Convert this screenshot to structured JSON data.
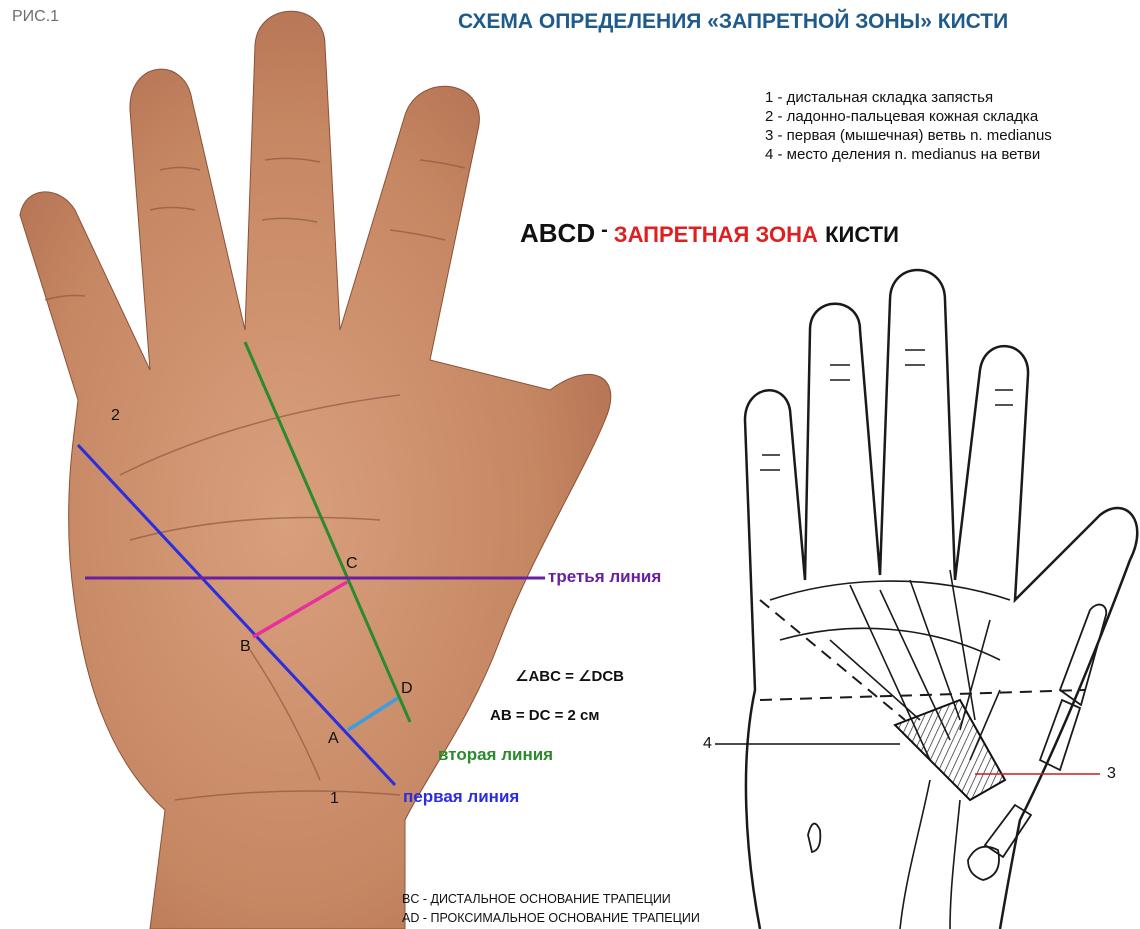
{
  "figure_label": "РИС.1",
  "title": "СХЕМА ОПРЕДЕЛЕНИЯ «ЗАПРЕТНОЙ ЗОНЫ» КИСТИ",
  "legend": [
    "1 - дистальная складка запястья",
    "2 - ладонно-пальцевая кожная складка",
    "3 - первая (мышечная) ветвь n. medianus",
    "4 - место деления n. medianus на ветви"
  ],
  "zone_heading": {
    "letters": "ABCD",
    "dash": "-",
    "red_text": "ЗАПРЕТНАЯ ЗОНА",
    "black_text": "КИСТИ"
  },
  "line_labels": {
    "third": "третья линия",
    "second": "вторая линия",
    "first": "первая линия"
  },
  "points": {
    "a": "A",
    "b": "B",
    "c": "C",
    "d": "D"
  },
  "markers": {
    "one": "1",
    "two": "2",
    "three": "3",
    "four": "4"
  },
  "equations": {
    "angles": "∠ABC = ∠DCB",
    "lengths": "AB = DC = 2 см"
  },
  "footnotes": [
    "BC - ДИСТАЛЬНОЕ ОСНОВАНИЕ ТРАПЕЦИИ",
    "AD - ПРОКСИМАЛЬНОЕ ОСНОВАНИЕ ТРАПЕЦИИ"
  ],
  "colors": {
    "title": "#1f5a8c",
    "first_line": "#2a2ee0",
    "second_line": "#2b8a2b",
    "third_line": "#6a1fa0",
    "bc_segment": "#e8309a",
    "ad_segment": "#3a9ee0",
    "zone_red": "#e02020",
    "skin": "#c98a67"
  }
}
